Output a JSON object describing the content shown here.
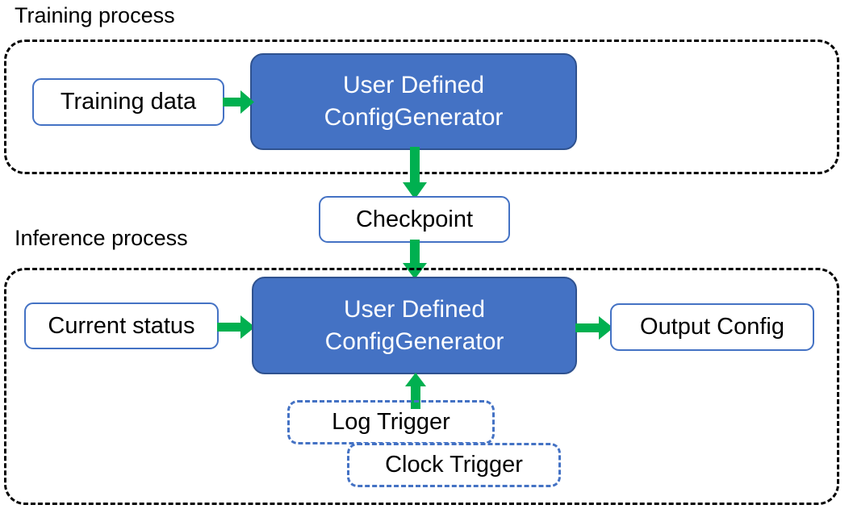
{
  "diagram": {
    "title_training": "Training process",
    "title_inference": "Inference process",
    "colors": {
      "primary_fill": "#4472C4",
      "primary_border": "#2F528F",
      "node_border": "#4472C4",
      "arrow": "#00B050",
      "container_border": "#000000",
      "text_on_primary": "#FFFFFF",
      "text": "#000000",
      "background": "#FFFFFF"
    },
    "nodes": {
      "training_data": "Training data",
      "generator_training_line1": "User Defined",
      "generator_training_line2": "ConfigGenerator",
      "checkpoint": "Checkpoint",
      "current_status": "Current status",
      "generator_inference_line1": "User Defined",
      "generator_inference_line2": "ConfigGenerator",
      "output_config": "Output Config",
      "log_trigger": "Log Trigger",
      "clock_trigger": "Clock Trigger"
    },
    "edges": [
      {
        "name": "training-data-to-generator",
        "from": "Training data",
        "to": "User Defined ConfigGenerator",
        "direction": "right"
      },
      {
        "name": "generator-to-checkpoint",
        "from": "User Defined ConfigGenerator",
        "to": "Checkpoint",
        "direction": "down"
      },
      {
        "name": "checkpoint-to-generator",
        "from": "Checkpoint",
        "to": "User Defined ConfigGenerator",
        "direction": "down"
      },
      {
        "name": "current-status-to-generator",
        "from": "Current status",
        "to": "User Defined ConfigGenerator",
        "direction": "right"
      },
      {
        "name": "generator-to-output-config",
        "from": "User Defined ConfigGenerator",
        "to": "Output Config",
        "direction": "right"
      },
      {
        "name": "triggers-to-generator",
        "from": "Log Trigger / Clock Trigger",
        "to": "User Defined ConfigGenerator",
        "direction": "up"
      }
    ]
  }
}
